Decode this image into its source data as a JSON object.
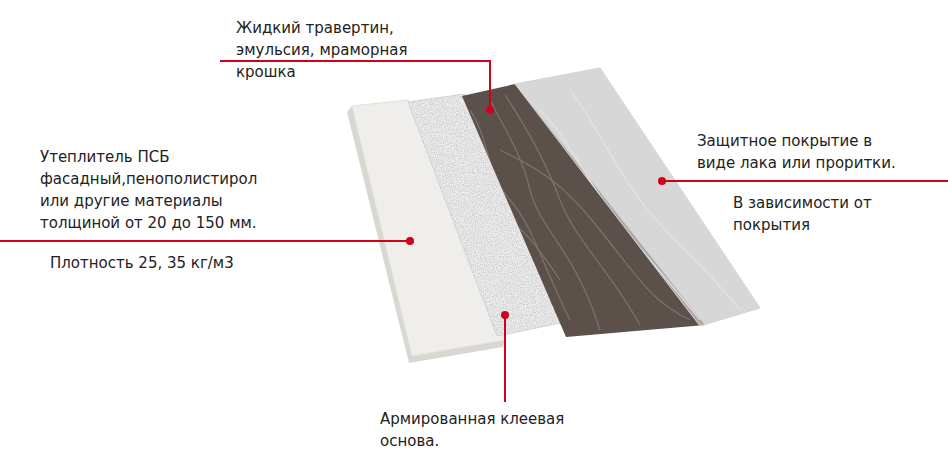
{
  "diagram": {
    "labels": [
      "Жидкий травертин, эмульсия, мраморная крошка",
      "Утеплитель ПСБ фасадный,пенополистирол или другие материалы толщиной от 20 до 150 мм.",
      "Плотность 25, 35 кг/м3",
      "Защитное покрытие в виде лака или проритки.",
      "В зависимости от покрытия",
      "Армированная клеевая основа."
    ]
  }
}
